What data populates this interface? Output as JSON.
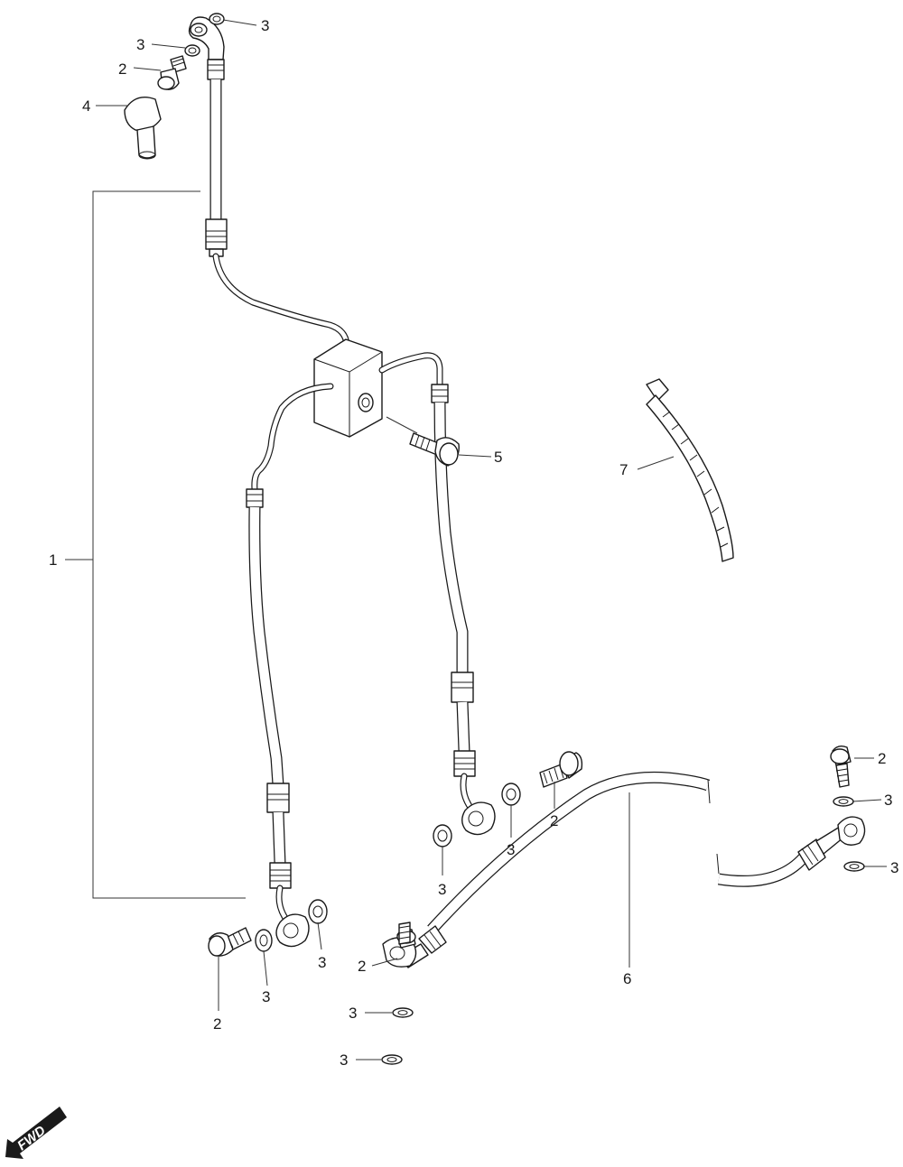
{
  "callouts": {
    "hose_assy": "1",
    "banjo_bolt": "2",
    "sealing_washer": "3",
    "boot_cap": "4",
    "joint_bolt": "5",
    "rear_hose": "6",
    "cable_tie": "7"
  },
  "fwd_label": "FWD",
  "colors": {
    "line": "#1a1a1a",
    "background": "#ffffff"
  }
}
